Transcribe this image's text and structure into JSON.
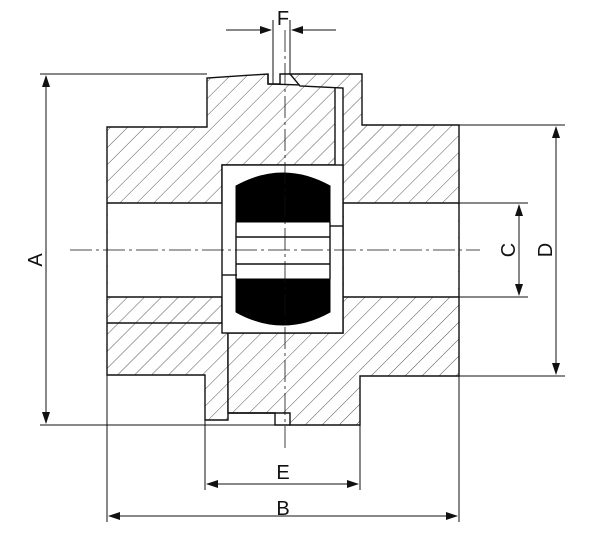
{
  "labels": {
    "A": "A",
    "B": "B",
    "C": "C",
    "D": "D",
    "E": "E",
    "F": "F"
  },
  "colors": {
    "line": "#111111",
    "background": "#ffffff",
    "elastomer": "#000000"
  }
}
